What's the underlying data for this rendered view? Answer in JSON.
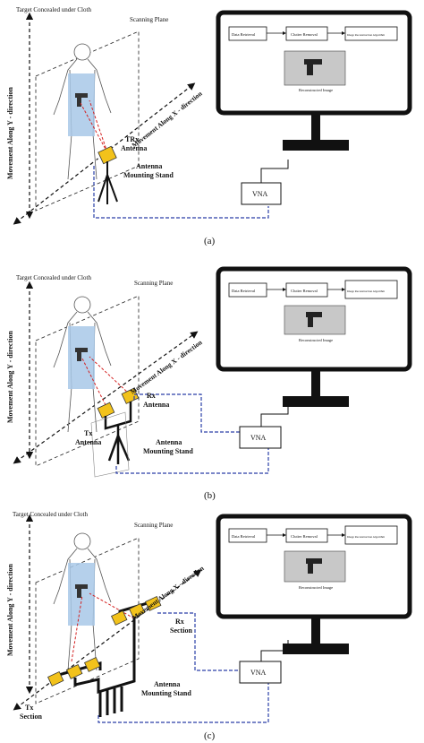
{
  "panels": [
    {
      "caption": "(a)",
      "target_label": "Target Concealed under Cloth",
      "scan_plane_label": "Scanning Plane",
      "x_direction_label": "Movement Along X - direction",
      "y_direction_label": "Movement Along Y - direction",
      "antenna_label_1": "TRx",
      "antenna_label_2": "Antenna",
      "stand_label_1": "Antenna",
      "stand_label_2": "Mounting Stand",
      "vna_label": "VNA",
      "steps": [
        "Data Retrieval",
        "Clutter Removal",
        "Image Reconstruction Algorithm"
      ],
      "image_caption": "Reconstructed Image"
    },
    {
      "caption": "(b)",
      "target_label": "Target Concealed under Cloth",
      "scan_plane_label": "Scanning Plane",
      "x_direction_label": "Movement Along X - direction",
      "y_direction_label": "Movement Along Y - direction",
      "rx_label_1": "Rx",
      "rx_label_2": "Antenna",
      "tx_label_1": "Tx",
      "tx_label_2": "Antenna",
      "stand_label_1": "Antenna",
      "stand_label_2": "Mounting Stand",
      "vna_label": "VNA",
      "steps": [
        "Data Retrieval",
        "Clutter Removal",
        "Image Reconstruction Algorithm"
      ],
      "image_caption": "Reconstructed Image"
    },
    {
      "caption": "(c)",
      "target_label": "Target Concealed under Cloth",
      "scan_plane_label": "Scanning Plane",
      "x_direction_label": "Movement Along X - direction",
      "y_direction_label": "Movement Along Y - direction",
      "rx_label_1": "Rx",
      "rx_label_2": "Section",
      "tx_label_1": "Tx",
      "tx_label_2": "Section",
      "stand_label_1": "Antenna",
      "stand_label_2": "Mounting Stand",
      "vna_label": "VNA",
      "steps": [
        "Data Retrieval",
        "Clutter Removal",
        "Image Reconstruction Algorithm"
      ],
      "image_caption": "Reconstructed Image"
    }
  ],
  "colors": {
    "antenna": "#f2c21b",
    "cloth": "#a8c8e8",
    "cable": "#2a3fa8",
    "ray": "#d42020",
    "monitor": "#111111"
  }
}
